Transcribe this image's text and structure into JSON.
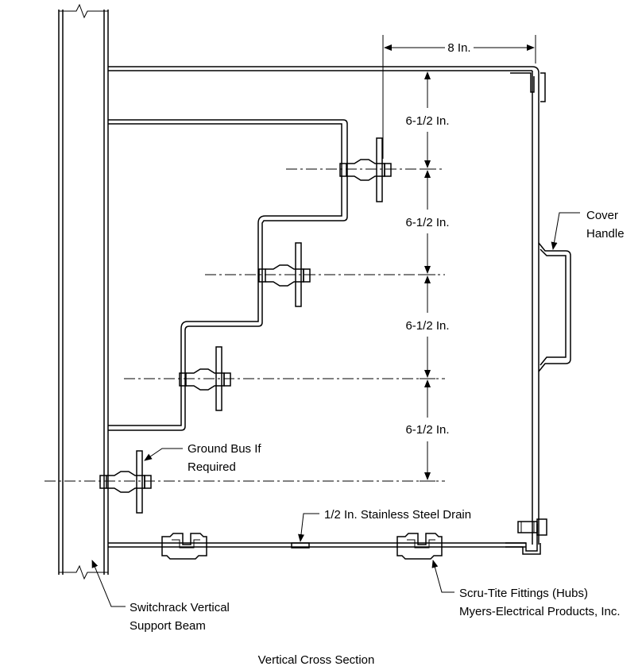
{
  "labels": {
    "width": "8 In.",
    "spacing_1": "6-1/2 In.",
    "spacing_2": "6-1/2 In.",
    "spacing_3": "6-1/2 In.",
    "spacing_4": "6-1/2 In.",
    "cover_handle_line1": "Cover",
    "cover_handle_line2": "Handle",
    "ground_bus_line1": "Ground Bus If",
    "ground_bus_line2": "Required",
    "drain": "1/2 In. Stainless Steel Drain",
    "beam_line1": "Switchrack Vertical",
    "beam_line2": "Support Beam",
    "fittings_line1": "Scru-Tite Fittings (Hubs)",
    "fittings_line2": "Myers-Electrical Products, Inc."
  },
  "caption": "Vertical Cross Section",
  "insulator_levels": 4
}
